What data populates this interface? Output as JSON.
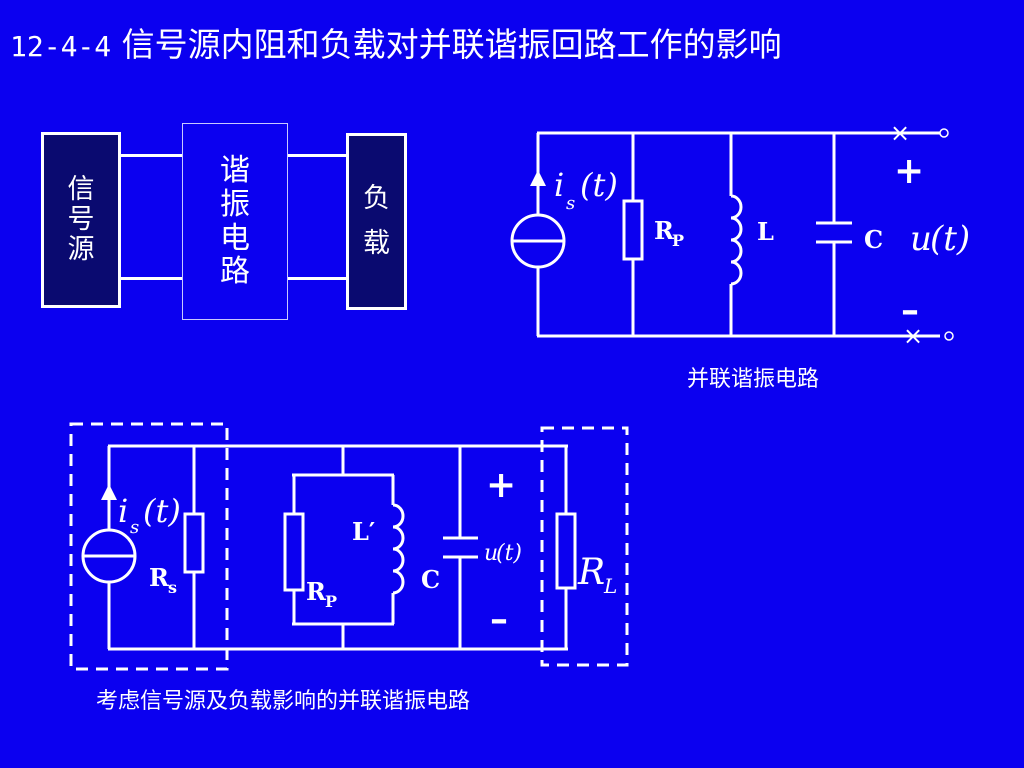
{
  "title": {
    "number": "12-4-4",
    "text": "信号源内阻和负载对并联谐振回路工作的影响"
  },
  "block_diagram": {
    "source_chars": [
      "信",
      "号",
      "源"
    ],
    "resonant_chars": [
      "谐",
      "振",
      "电",
      "路"
    ],
    "load_chars": [
      "负",
      "载"
    ]
  },
  "circuit1": {
    "current_source_i": "i",
    "current_source_sub": "s",
    "current_source_arg": "(t)",
    "resistor_R": "R",
    "resistor_sub": "P",
    "inductor": "L",
    "capacitor": "C",
    "voltage_u": "u",
    "voltage_arg": "(t)",
    "plus": "+",
    "minus": "–",
    "terminal_mark": "×",
    "caption": "并联谐振电路"
  },
  "circuit2": {
    "current_source_i": "i",
    "current_source_sub": "s",
    "current_source_arg": "(t)",
    "source_R": "R",
    "source_R_sub": "s",
    "resistor_R": "R",
    "resistor_sub": "P",
    "inductor": "L′",
    "capacitor": "C",
    "voltage_u": "u",
    "voltage_arg": "(t)",
    "plus": "+",
    "minus": "–",
    "load_R": "R",
    "load_R_sub": "L",
    "caption": "考虑信号源及负载影响的并联谐振电路"
  },
  "colors": {
    "background": "#0b00f0",
    "foreground": "#ffffff",
    "block_fill": "#0a0a70"
  }
}
